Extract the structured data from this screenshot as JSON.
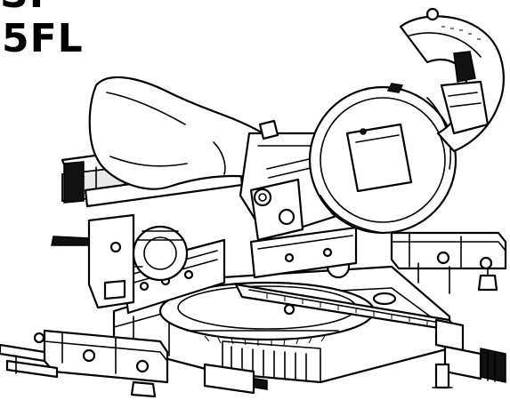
{
  "header": {
    "top_text": "SF",
    "model_text": "5FL"
  },
  "illustration": {
    "icon_name": "sliding-miter-saw-line-drawing",
    "colors": {
      "line": "#000000",
      "background": "#ffffff"
    }
  }
}
